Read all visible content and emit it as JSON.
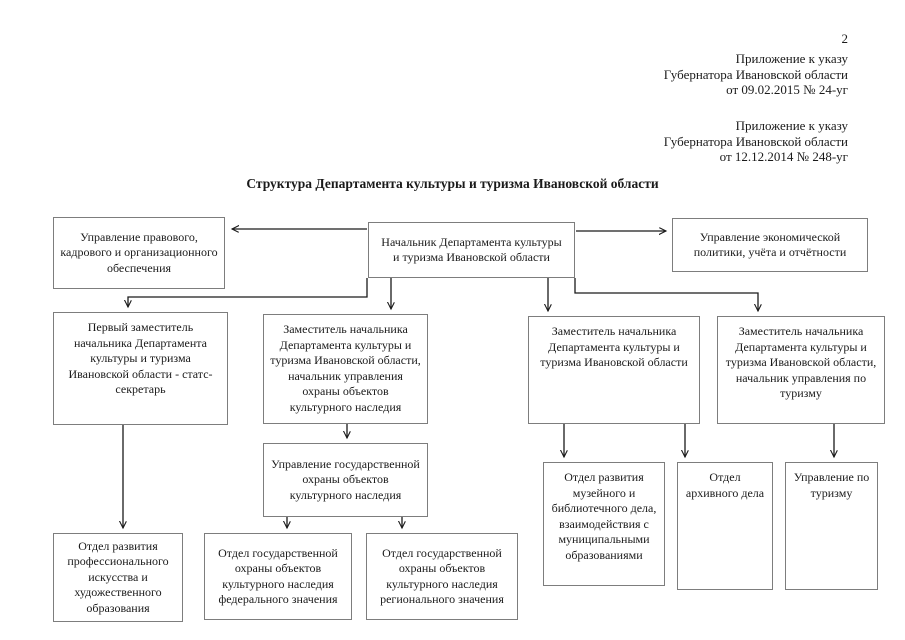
{
  "page": {
    "number": "2"
  },
  "annotations": {
    "first": "Приложение к указу\nГубернатора Ивановской области\nот 09.02.2015 № 24-уг",
    "second": "Приложение к указу\nГубернатора Ивановской области\nот 12.12.2014 № 248-уг"
  },
  "title": {
    "line1": "Структура",
    "line2": "Департамента культуры и туризма Ивановской области"
  },
  "boxes": {
    "head": "Начальник Департамента культуры и туризма Ивановской области",
    "legal": "Управление правового, кадрового и организационного обеспечения",
    "economic": "Управление экономической политики, учёта и отчётности",
    "first_deputy": "Первый заместитель начальника Департамента культуры и туризма Ивановской области - статс-секретарь",
    "deputy_heritage": "Заместитель начальника Департамента культуры и туризма Ивановской области, начальник управления охраны объектов культурного наследия",
    "deputy_general": "Заместитель начальника Департамента культуры и туризма Ивановской области",
    "deputy_tourism": "Заместитель начальника Департамента культуры и туризма Ивановской области, начальник управления по туризму",
    "heritage_dept": "Управление государственной охраны объектов культурного наследия",
    "prof_art": "Отдел развития профессионального искусства и художественного образования",
    "federal": "Отдел государственной охраны объектов культурного наследия федерального значения",
    "regional": "Отдел государственной охраны объектов культурного наследия регионального значения",
    "museum": "Отдел развития музейного и библиотечного дела, взаимодействия с муниципальными образованиями",
    "archive": "Отдел архивного дела",
    "tourism": "Управление по туризму"
  },
  "colors": {
    "background": "#ffffff",
    "text": "#1a1a1a",
    "box_border": "#7d7d7d",
    "connector_line": "#1a1a1a"
  }
}
